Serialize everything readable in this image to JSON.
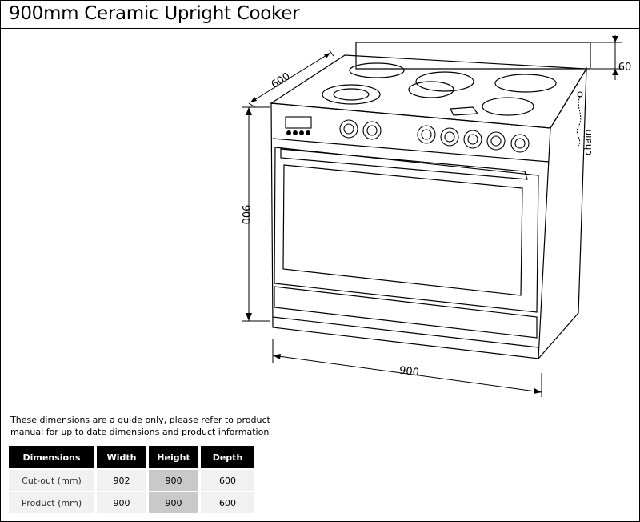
{
  "header": {
    "title": "900mm Ceramic Upright Cooker"
  },
  "diagram": {
    "labels": {
      "depth": "600",
      "height": "900",
      "width": "900",
      "backguard": "60",
      "chain": "chain"
    }
  },
  "note": {
    "line1": "These dimensions are a guide only, please refer to product",
    "line2": "manual for up to date dimensions and product information"
  },
  "table": {
    "headers": [
      "Dimensions",
      "Width",
      "Height",
      "Depth"
    ],
    "rows": [
      [
        "Cut-out (mm)",
        "902",
        "900",
        "600"
      ],
      [
        "Product (mm)",
        "900",
        "900",
        "600"
      ]
    ]
  }
}
